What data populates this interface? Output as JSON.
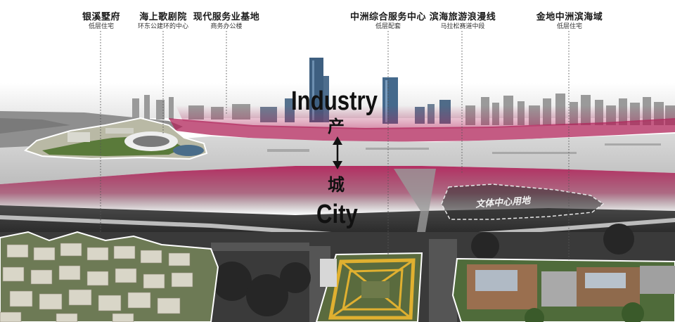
{
  "labels": [
    {
      "title": "银溪墅府",
      "sub": "低层住宅"
    },
    {
      "title": "海上歌剧院",
      "sub": "环东公建环的中心"
    },
    {
      "title": "现代服务业基地",
      "sub": "商务办公楼"
    },
    {
      "title": "中洲综合服务中心",
      "sub": "低层配套"
    },
    {
      "title": "滨海旅游浪漫线",
      "sub": "马拉松赛道中段"
    },
    {
      "title": "金地中洲滨海域",
      "sub": "低层住宅"
    }
  ],
  "center": {
    "industry": "Industry",
    "chan": "产",
    "cheng": "城",
    "city": "City"
  },
  "zone_label": "文体中心用地",
  "colors": {
    "band": "#b0245a",
    "callout_outline": "#ffffff"
  }
}
